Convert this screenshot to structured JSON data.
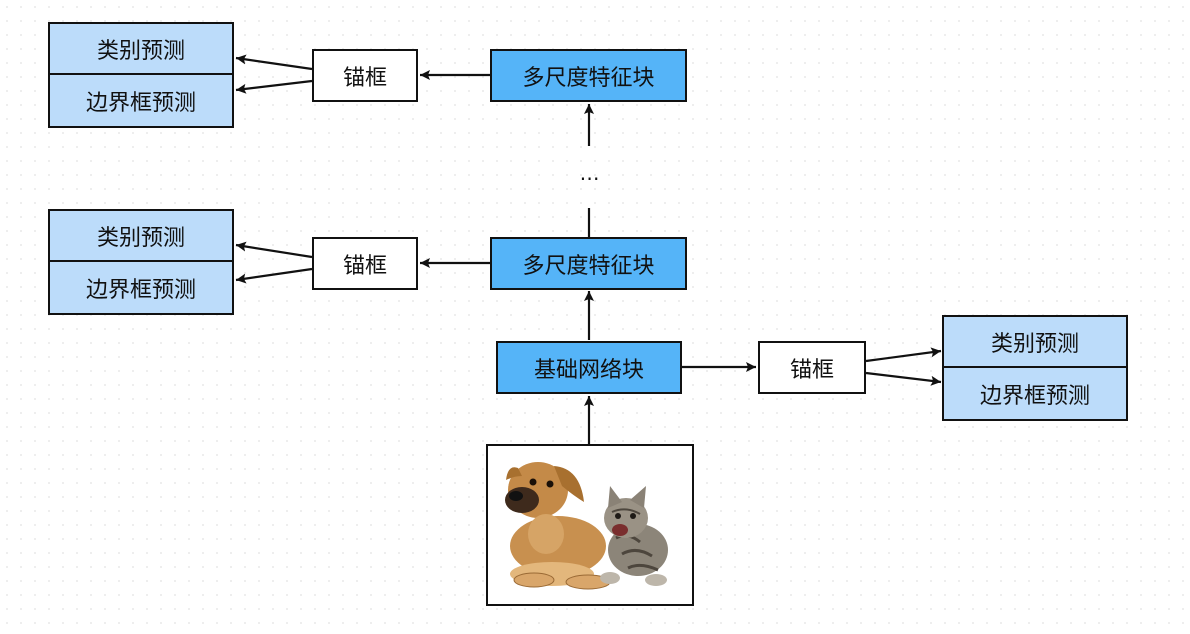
{
  "labels": {
    "class_pred": "类别预测",
    "bbox_pred": "边界框预测",
    "anchor": "锚框",
    "multiscale_block": "多尺度特征块",
    "base_block": "基础网络块",
    "ellipsis": "⋯"
  },
  "colors": {
    "block_blue": "#55b4f8",
    "prediction_blue": "#bcdcfa"
  },
  "image": {
    "subjects": [
      "dog",
      "cat"
    ]
  }
}
